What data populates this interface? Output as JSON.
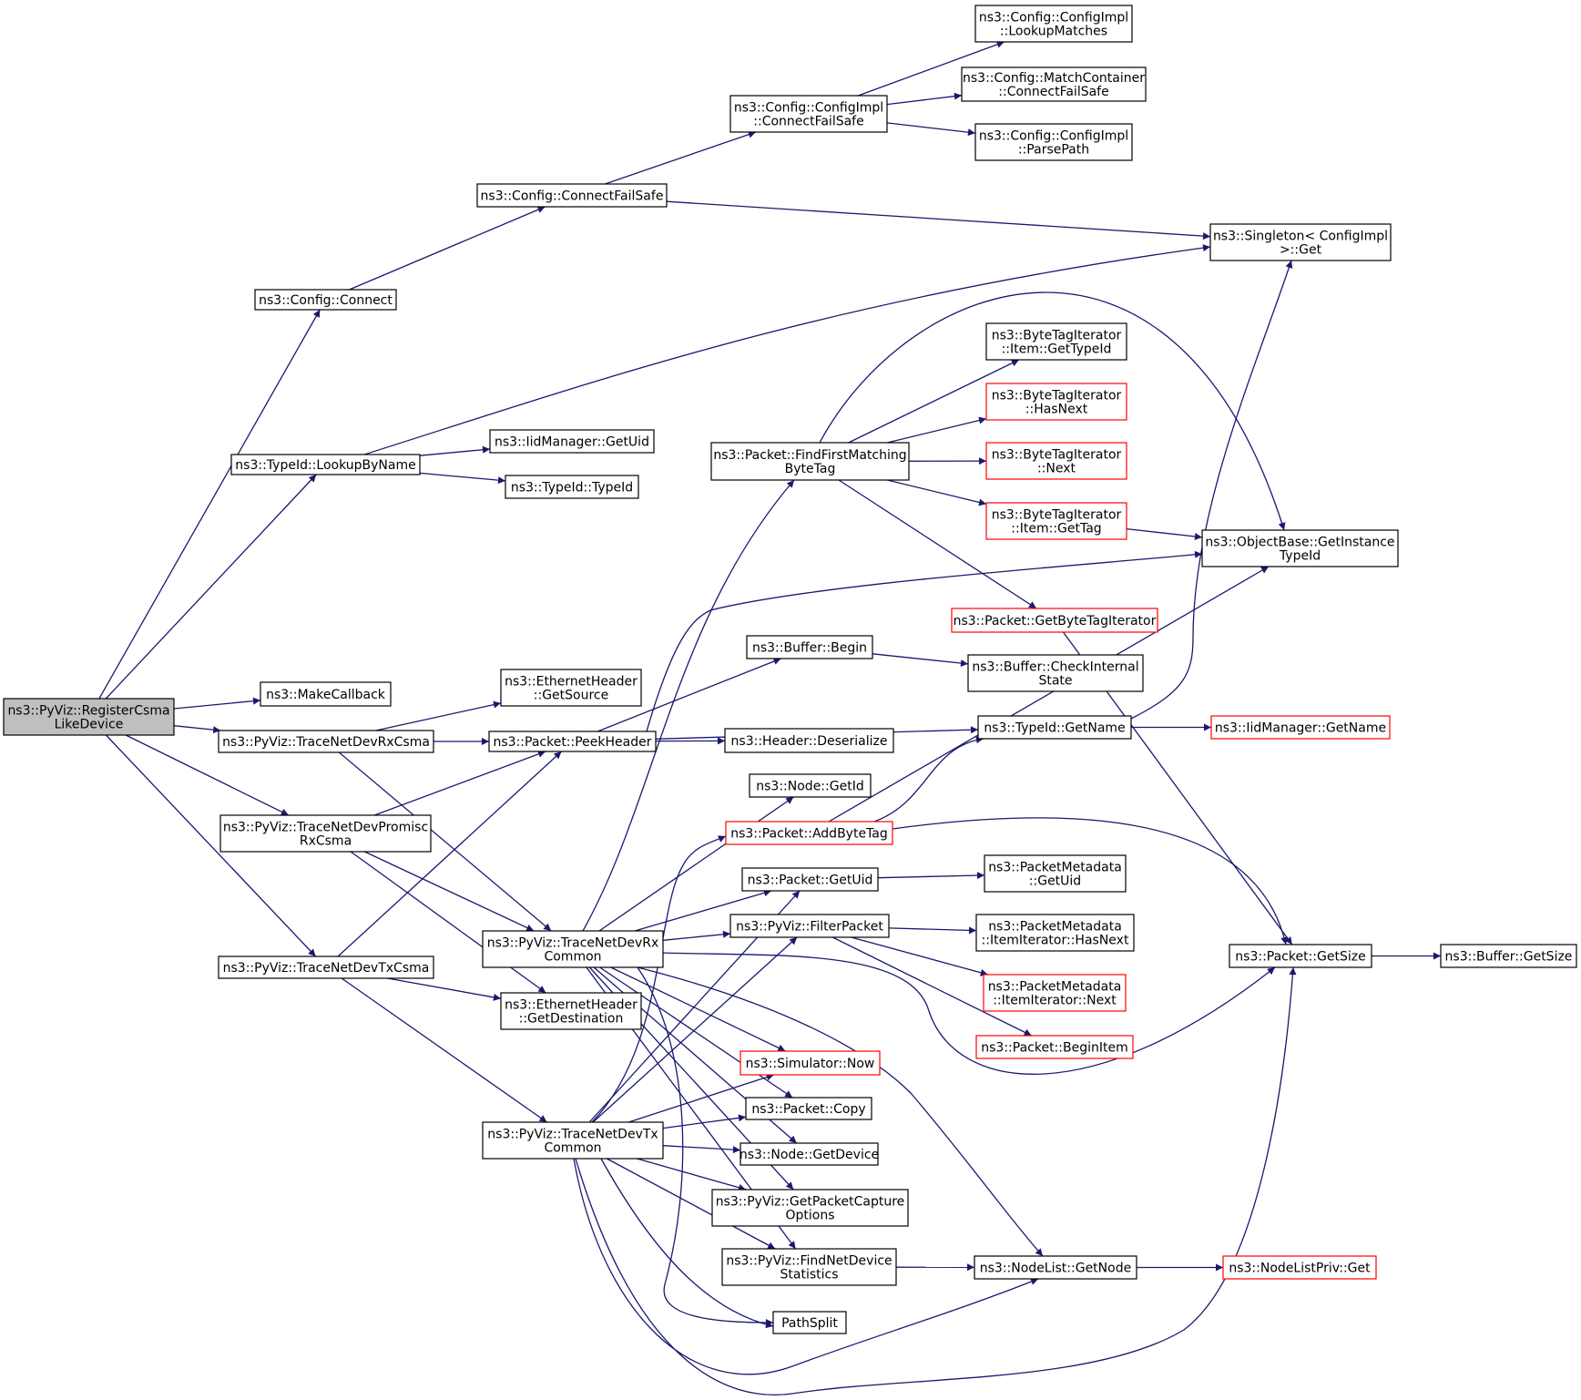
{
  "colors": {
    "edge": "#191970",
    "node_border": "#000000",
    "node_border_red": "#ff0000",
    "root_fill": "#bfbfbf",
    "node_fill": "#ffffff"
  },
  "nodes": [
    {
      "id": "root",
      "lines": [
        "ns3::PyViz::RegisterCsma",
        "LikeDevice"
      ],
      "style": "root"
    },
    {
      "id": "connect",
      "lines": [
        "ns3::Config::Connect"
      ],
      "style": "normal"
    },
    {
      "id": "lookupByName",
      "lines": [
        "ns3::TypeId::LookupByName"
      ],
      "style": "normal"
    },
    {
      "id": "makeCallback",
      "lines": [
        "ns3::MakeCallback"
      ],
      "style": "normal"
    },
    {
      "id": "traceRxCsma",
      "lines": [
        "ns3::PyViz::TraceNetDevRxCsma"
      ],
      "style": "normal"
    },
    {
      "id": "tracePromisc",
      "lines": [
        "ns3::PyViz::TraceNetDevPromisc",
        "RxCsma"
      ],
      "style": "normal"
    },
    {
      "id": "traceTxCsma",
      "lines": [
        "ns3::PyViz::TraceNetDevTxCsma"
      ],
      "style": "normal"
    },
    {
      "id": "connectFailSafe",
      "lines": [
        "ns3::Config::ConnectFailSafe"
      ],
      "style": "normal"
    },
    {
      "id": "cfgImplConnectFailSafe",
      "lines": [
        "ns3::Config::ConfigImpl",
        "::ConnectFailSafe"
      ],
      "style": "normal"
    },
    {
      "id": "cfgLookupMatches",
      "lines": [
        "ns3::Config::ConfigImpl",
        "::LookupMatches"
      ],
      "style": "normal"
    },
    {
      "id": "matchContainerCFS",
      "lines": [
        "ns3::Config::MatchContainer",
        "::ConnectFailSafe"
      ],
      "style": "normal"
    },
    {
      "id": "cfgParsePath",
      "lines": [
        "ns3::Config::ConfigImpl",
        "::ParsePath"
      ],
      "style": "normal"
    },
    {
      "id": "singletonGet",
      "lines": [
        "ns3::Singleton< ConfigImpl",
        ">::Get"
      ],
      "style": "normal"
    },
    {
      "id": "iidGetUid",
      "lines": [
        "ns3::IidManager::GetUid"
      ],
      "style": "normal"
    },
    {
      "id": "typeIdCtor",
      "lines": [
        "ns3::TypeId::TypeId"
      ],
      "style": "normal"
    },
    {
      "id": "ethGetSource",
      "lines": [
        "ns3::EthernetHeader",
        "::GetSource"
      ],
      "style": "normal"
    },
    {
      "id": "peekHeader",
      "lines": [
        "ns3::Packet::PeekHeader"
      ],
      "style": "normal"
    },
    {
      "id": "traceRxCommon",
      "lines": [
        "ns3::PyViz::TraceNetDevRx",
        "Common"
      ],
      "style": "normal"
    },
    {
      "id": "ethGetDest",
      "lines": [
        "ns3::EthernetHeader",
        "::GetDestination"
      ],
      "style": "normal"
    },
    {
      "id": "traceTxCommon",
      "lines": [
        "ns3::PyViz::TraceNetDevTx",
        "Common"
      ],
      "style": "normal"
    },
    {
      "id": "findFirstMatching",
      "lines": [
        "ns3::Packet::FindFirstMatching",
        "ByteTag"
      ],
      "style": "normal"
    },
    {
      "id": "bufferBegin",
      "lines": [
        "ns3::Buffer::Begin"
      ],
      "style": "normal"
    },
    {
      "id": "headerDeserialize",
      "lines": [
        "ns3::Header::Deserialize"
      ],
      "style": "normal"
    },
    {
      "id": "nodeGetId",
      "lines": [
        "ns3::Node::GetId"
      ],
      "style": "normal"
    },
    {
      "id": "addByteTag",
      "lines": [
        "ns3::Packet::AddByteTag"
      ],
      "style": "red"
    },
    {
      "id": "packetGetUid",
      "lines": [
        "ns3::Packet::GetUid"
      ],
      "style": "normal"
    },
    {
      "id": "filterPacket",
      "lines": [
        "ns3::PyViz::FilterPacket"
      ],
      "style": "normal"
    },
    {
      "id": "simNow",
      "lines": [
        "ns3::Simulator::Now"
      ],
      "style": "red"
    },
    {
      "id": "packetCopy",
      "lines": [
        "ns3::Packet::Copy"
      ],
      "style": "normal"
    },
    {
      "id": "nodeGetDevice",
      "lines": [
        "ns3::Node::GetDevice"
      ],
      "style": "normal"
    },
    {
      "id": "getPacketCapture",
      "lines": [
        "ns3::PyViz::GetPacketCapture",
        "Options"
      ],
      "style": "normal"
    },
    {
      "id": "findNetDevStats",
      "lines": [
        "ns3::PyViz::FindNetDevice",
        "Statistics"
      ],
      "style": "normal"
    },
    {
      "id": "pathSplit",
      "lines": [
        "PathSplit"
      ],
      "style": "normal"
    },
    {
      "id": "btiGetTypeId",
      "lines": [
        "ns3::ByteTagIterator",
        "::Item::GetTypeId"
      ],
      "style": "normal"
    },
    {
      "id": "btiHasNext",
      "lines": [
        "ns3::ByteTagIterator",
        "::HasNext"
      ],
      "style": "red"
    },
    {
      "id": "btiNext",
      "lines": [
        "ns3::ByteTagIterator",
        "::Next"
      ],
      "style": "red"
    },
    {
      "id": "btiGetTag",
      "lines": [
        "ns3::ByteTagIterator",
        "::Item::GetTag"
      ],
      "style": "red"
    },
    {
      "id": "getByteTagIterator",
      "lines": [
        "ns3::Packet::GetByteTagIterator"
      ],
      "style": "red"
    },
    {
      "id": "bufferCheckInternal",
      "lines": [
        "ns3::Buffer::CheckInternal",
        "State"
      ],
      "style": "normal"
    },
    {
      "id": "typeIdGetName",
      "lines": [
        "ns3::TypeId::GetName"
      ],
      "style": "normal"
    },
    {
      "id": "pmGetUid",
      "lines": [
        "ns3::PacketMetadata",
        "::GetUid"
      ],
      "style": "normal"
    },
    {
      "id": "pmItemHasNext",
      "lines": [
        "ns3::PacketMetadata",
        "::ItemIterator::HasNext"
      ],
      "style": "normal"
    },
    {
      "id": "pmItemNext",
      "lines": [
        "ns3::PacketMetadata",
        "::ItemIterator::Next"
      ],
      "style": "red"
    },
    {
      "id": "packetBeginItem",
      "lines": [
        "ns3::Packet::BeginItem"
      ],
      "style": "red"
    },
    {
      "id": "nodeListGetNode",
      "lines": [
        "ns3::NodeList::GetNode"
      ],
      "style": "normal"
    },
    {
      "id": "objGetInstanceTypeId",
      "lines": [
        "ns3::ObjectBase::GetInstance",
        "TypeId"
      ],
      "style": "normal"
    },
    {
      "id": "iidGetName",
      "lines": [
        "ns3::IidManager::GetName"
      ],
      "style": "red"
    },
    {
      "id": "packetGetSize",
      "lines": [
        "ns3::Packet::GetSize"
      ],
      "style": "normal"
    },
    {
      "id": "nodeListPrivGet",
      "lines": [
        "ns3::NodeListPriv::Get"
      ],
      "style": "red"
    },
    {
      "id": "bufferGetSize",
      "lines": [
        "ns3::Buffer::GetSize"
      ],
      "style": "normal"
    }
  ],
  "edges": [
    [
      "root",
      "connect"
    ],
    [
      "root",
      "lookupByName"
    ],
    [
      "root",
      "makeCallback"
    ],
    [
      "root",
      "traceRxCsma"
    ],
    [
      "root",
      "tracePromisc"
    ],
    [
      "root",
      "traceTxCsma"
    ],
    [
      "connect",
      "connectFailSafe"
    ],
    [
      "connectFailSafe",
      "cfgImplConnectFailSafe"
    ],
    [
      "connectFailSafe",
      "singletonGet"
    ],
    [
      "cfgImplConnectFailSafe",
      "cfgLookupMatches"
    ],
    [
      "cfgImplConnectFailSafe",
      "matchContainerCFS"
    ],
    [
      "cfgImplConnectFailSafe",
      "cfgParsePath"
    ],
    [
      "lookupByName",
      "singletonGet"
    ],
    [
      "lookupByName",
      "iidGetUid"
    ],
    [
      "lookupByName",
      "typeIdCtor"
    ],
    [
      "traceRxCsma",
      "ethGetSource"
    ],
    [
      "traceRxCsma",
      "peekHeader"
    ],
    [
      "traceRxCsma",
      "traceRxCommon"
    ],
    [
      "tracePromisc",
      "peekHeader"
    ],
    [
      "tracePromisc",
      "traceRxCommon"
    ],
    [
      "tracePromisc",
      "ethGetDest"
    ],
    [
      "traceTxCsma",
      "peekHeader"
    ],
    [
      "traceTxCsma",
      "ethGetDest"
    ],
    [
      "traceTxCsma",
      "traceTxCommon"
    ],
    [
      "peekHeader",
      "objGetInstanceTypeId"
    ],
    [
      "peekHeader",
      "bufferBegin"
    ],
    [
      "peekHeader",
      "typeIdGetName"
    ],
    [
      "peekHeader",
      "headerDeserialize"
    ],
    [
      "bufferBegin",
      "bufferCheckInternal"
    ],
    [
      "findFirstMatching",
      "objGetInstanceTypeId"
    ],
    [
      "findFirstMatching",
      "btiGetTypeId"
    ],
    [
      "findFirstMatching",
      "btiHasNext"
    ],
    [
      "findFirstMatching",
      "btiNext"
    ],
    [
      "findFirstMatching",
      "btiGetTag"
    ],
    [
      "findFirstMatching",
      "getByteTagIterator"
    ],
    [
      "btiGetTag",
      "objGetInstanceTypeId"
    ],
    [
      "getByteTagIterator",
      "packetGetSize"
    ],
    [
      "typeIdGetName",
      "singletonGet"
    ],
    [
      "typeIdGetName",
      "iidGetName"
    ],
    [
      "addByteTag",
      "typeIdGetName"
    ],
    [
      "addByteTag",
      "objGetInstanceTypeId"
    ],
    [
      "addByteTag",
      "packetGetSize"
    ],
    [
      "packetGetUid",
      "pmGetUid"
    ],
    [
      "filterPacket",
      "pmItemHasNext"
    ],
    [
      "filterPacket",
      "pmItemNext"
    ],
    [
      "filterPacket",
      "packetBeginItem"
    ],
    [
      "findNetDevStats",
      "nodeListGetNode"
    ],
    [
      "nodeListGetNode",
      "nodeListPrivGet"
    ],
    [
      "packetGetSize",
      "bufferGetSize"
    ],
    [
      "traceRxCommon",
      "findFirstMatching"
    ],
    [
      "traceRxCommon",
      "nodeGetId"
    ],
    [
      "traceRxCommon",
      "packetGetUid"
    ],
    [
      "traceRxCommon",
      "filterPacket"
    ],
    [
      "traceRxCommon",
      "simNow"
    ],
    [
      "traceRxCommon",
      "packetCopy"
    ],
    [
      "traceRxCommon",
      "nodeGetDevice"
    ],
    [
      "traceRxCommon",
      "getPacketCapture"
    ],
    [
      "traceRxCommon",
      "findNetDevStats"
    ],
    [
      "traceRxCommon",
      "pathSplit"
    ],
    [
      "traceRxCommon",
      "nodeListGetNode"
    ],
    [
      "traceRxCommon",
      "packetGetSize"
    ],
    [
      "traceTxCommon",
      "addByteTag"
    ],
    [
      "traceTxCommon",
      "packetGetUid"
    ],
    [
      "traceTxCommon",
      "filterPacket"
    ],
    [
      "traceTxCommon",
      "simNow"
    ],
    [
      "traceTxCommon",
      "packetCopy"
    ],
    [
      "traceTxCommon",
      "nodeGetDevice"
    ],
    [
      "traceTxCommon",
      "getPacketCapture"
    ],
    [
      "traceTxCommon",
      "findNetDevStats"
    ],
    [
      "traceTxCommon",
      "pathSplit"
    ],
    [
      "traceTxCommon",
      "nodeListGetNode"
    ],
    [
      "traceTxCommon",
      "packetGetSize"
    ]
  ]
}
